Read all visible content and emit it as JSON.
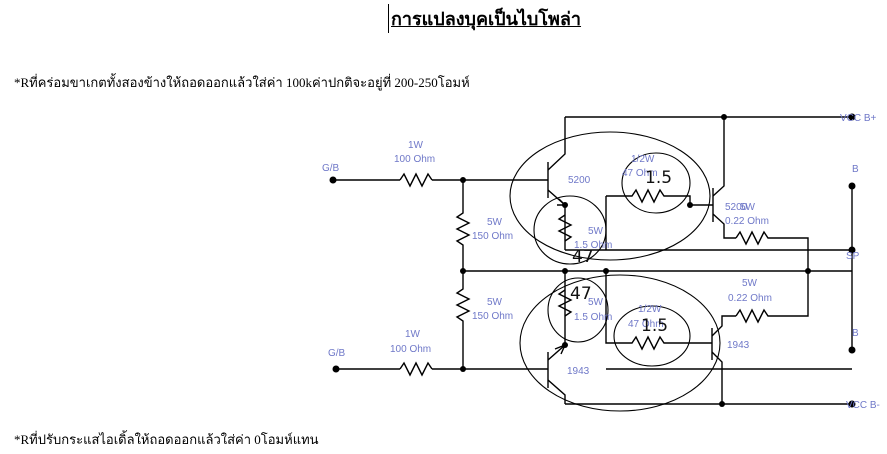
{
  "document": {
    "title": "การแปลงบุคเป็นไบโพล่า",
    "note_top": "*Rที่คร่อมขาเกตทั้งสองข้างให้ถอดออกแล้วใส่ค่า 100kค่าปกติจะอยู่ที่ 200-250โอมห์",
    "note_bottom": "*Rที่ปรับกระแสไอเดิ้ลให้ถอดออกแล้วใส่ค่า 0โอมห์แทน"
  },
  "schematic": {
    "terminals": {
      "vcc_pos": "VCC B+",
      "vcc_neg": "VCC B-",
      "b_top": "B",
      "sp": "SP",
      "b_bottom": "B",
      "gb_top": "G/B",
      "gb_bottom": "G/B"
    },
    "labels": {
      "r_top_in_w": "1W",
      "r_top_in_v": "100 Ohm",
      "r_bot_in_w": "1W",
      "r_bot_in_v": "100 Ohm",
      "r_left_top_w": "5W",
      "r_left_top_v": "150 Ohm",
      "r_left_bot_w": "5W",
      "r_left_bot_v": "150 Ohm",
      "r_mid_top_w": "5W",
      "r_mid_top_v": "1.5 Ohm",
      "r_mid_bot_w": "5W",
      "r_mid_bot_v": "1.5 Ohm",
      "r_47_top_w": "1/2W",
      "r_47_top_v": "47 Ohm",
      "r_47_bot_w": "1/2W",
      "r_47_bot_v": "47 Ohm",
      "r_out_top_w": "5W",
      "r_out_top_v": "0.22 Ohm",
      "r_out_bot_w": "5W",
      "r_out_bot_v": "0.22 Ohm",
      "q_driver_top": "5200",
      "q_out_top": "5200",
      "q_driver_bot": "1943",
      "q_out_bot": "1943"
    },
    "handwritten": {
      "top_15": "1.5",
      "top_47": "47",
      "bot_47": "47",
      "bot_15": "1.5"
    }
  }
}
